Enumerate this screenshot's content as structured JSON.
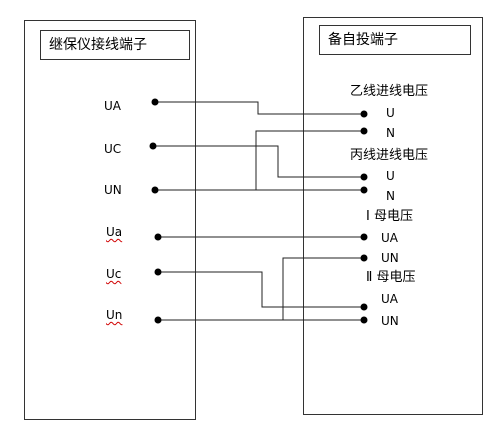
{
  "left_panel": {
    "title": "继保仪接线端子",
    "terminals": [
      "UA",
      "UC",
      "UN",
      "Ua",
      "Uc",
      "Un"
    ]
  },
  "right_panel": {
    "title": "备自投端子",
    "groups": [
      {
        "title": "乙线进线电压",
        "terminals": [
          "U",
          "N"
        ]
      },
      {
        "title": "丙线进线电压",
        "terminals": [
          "U",
          "N"
        ]
      },
      {
        "title": "Ⅰ 母电压",
        "terminals": [
          "UA",
          "UN"
        ]
      },
      {
        "title": "Ⅱ 母电压",
        "terminals": [
          "UA",
          "UN"
        ]
      }
    ]
  }
}
